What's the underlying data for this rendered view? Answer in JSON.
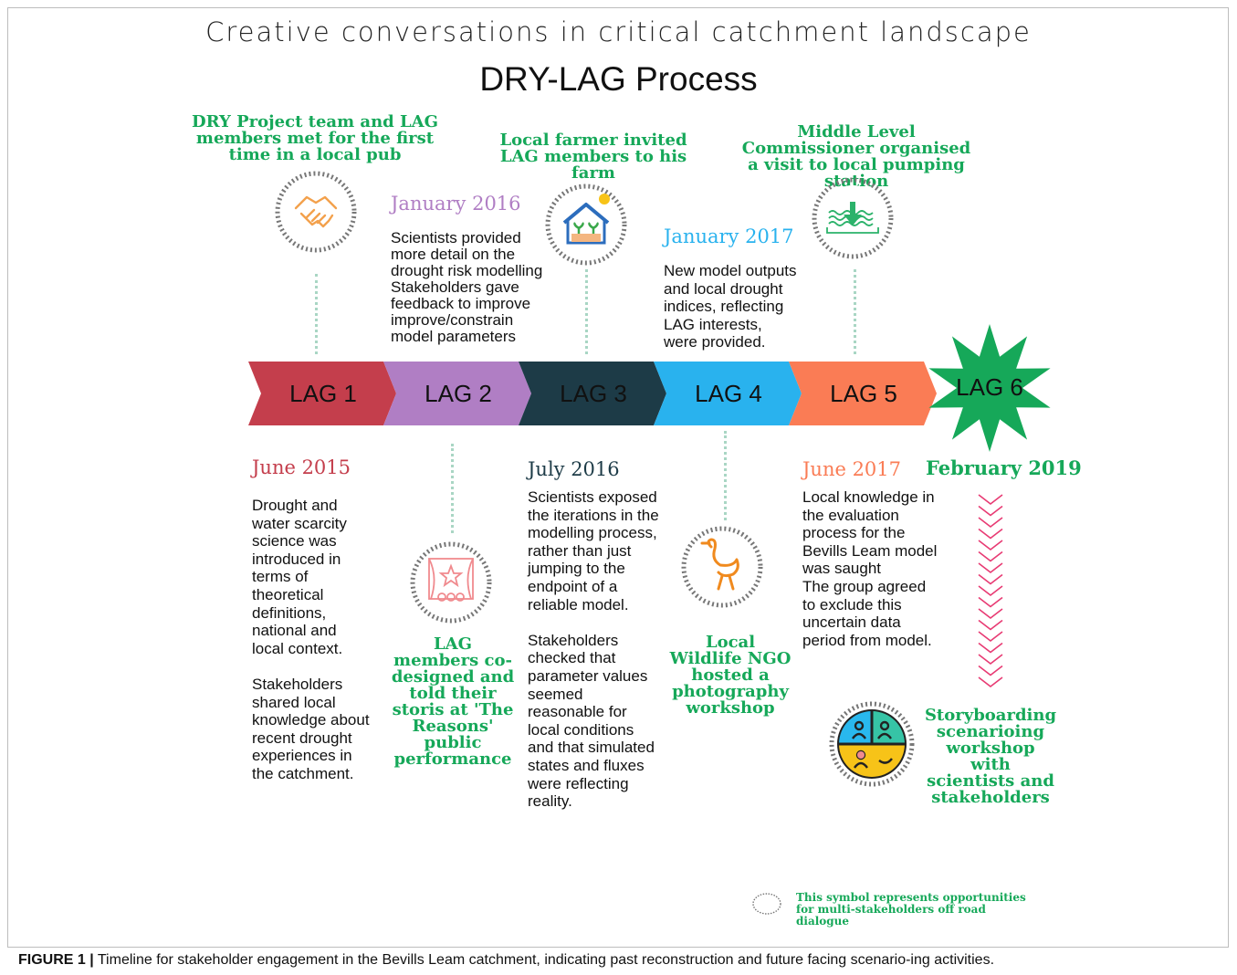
{
  "subtitle": "Creative conversations in critical catchment landscape",
  "title": "DRY-LAG Process",
  "stages": [
    {
      "label": "LAG 1",
      "color": "#c43e4c"
    },
    {
      "label": "LAG 2",
      "color": "#b07ec4"
    },
    {
      "label": "LAG 3",
      "color": "#1d3b47"
    },
    {
      "label": "LAG 4",
      "color": "#29b2ee"
    },
    {
      "label": "LAG 5",
      "color": "#fa7c55"
    },
    {
      "label": "LAG 6",
      "color": "#16a859"
    }
  ],
  "events": {
    "lag1_top": "DRY Project team and LAG members met for the first time in a local pub",
    "lag3_top": "Local farmer invited LAG members to his farm",
    "lag5_top": "Middle Level Commissioner organised a visit to local pumping station",
    "lag2_bottom": "LAG members co-designed and told their storis at 'The Reasons' public performance",
    "lag4_bottom": "Local Wildlife NGO hosted a photography workshop",
    "lag6_bottom": "Storyboarding scenarioing workshop with scientists and stakeholders"
  },
  "dates": {
    "lag1": "June 2015",
    "lag2": "January 2016",
    "lag3": "July 2016",
    "lag4": "January 2017",
    "lag5": "June 2017",
    "lag6": "February 2019"
  },
  "descriptions": {
    "lag1": "Drought and\nwater scarcity\nscience was\nintroduced in\nterms of\ntheoretical\ndefinitions,\nnational and\nlocal context.\n\nStakeholders\nshared local\nknowledge about\nrecent drought\nexperiences in\nthe catchment.",
    "lag2": "Scientists provided\nmore detail on the\ndrought risk modelling\nStakeholders gave\nfeedback to improve\nimprove/constrain\nmodel parameters",
    "lag3": "Scientists exposed\nthe iterations in the\nmodelling process,\nrather than just\njumping to the\nendpoint of a\nreliable model.\n\nStakeholders\nchecked that\nparameter values\nseemed\nreasonable for\nlocal conditions\nand that simulated\nstates and fluxes\nwere reflecting\nreality.",
    "lag4": "New model outputs\nand local drought\nindices, reflecting\nLAG interests,\nwere provided.",
    "lag5": "Local knowledge in\nthe evaluation\nprocess for the\nBevills Leam model\nwas saught\nThe group agreed\nto exclude this\nuncertain data\nperiod from model."
  },
  "legend": "This symbol represents opportunities\nfor multi-stakeholders off road dialogue",
  "caption": {
    "label": "FIGURE 1 |",
    "text": " Timeline for stakeholder engagement in the Bevills Leam catchment, indicating past reconstruction and future facing scenario-ing activities."
  },
  "icons": [
    "handshake-icon",
    "greenhouse-icon",
    "pumping-station-icon",
    "theatre-icon",
    "bird-icon",
    "workshop-icon"
  ],
  "colors": {
    "green": "#16a859",
    "connector": "#a9d6c4",
    "chevron": "#e83a73"
  }
}
